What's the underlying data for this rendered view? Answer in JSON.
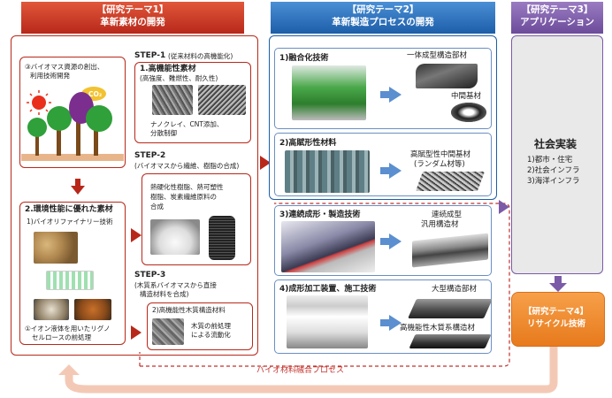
{
  "theme1": {
    "header": [
      "【研究テーマ1】",
      "革新素材の開発"
    ],
    "biomass_label": [
      "③バイオマス資源の創出、",
      "利用技術開発"
    ],
    "co2_label": "CO₂",
    "step1": {
      "title": "STEP-1",
      "subtitle": "(従来材料の高機能化)",
      "item_title": "1.高機能性素材",
      "item_desc": "(高強度、難燃性、耐久性)",
      "note": [
        "ナノクレイ、CNT添加、",
        "分散制御"
      ]
    },
    "step2": {
      "title": "STEP-2",
      "subtitle": "(バイオマスから繊維、樹脂の合成)",
      "desc": [
        "熱硬化性樹脂、熱可塑性",
        "樹脂、炭素繊維原料の",
        "合成"
      ]
    },
    "step3": {
      "title": "STEP-3",
      "subtitle": [
        "(木質系バイオマスから直接",
        "構造材料を合成)"
      ],
      "item_title": "2)高機能性木質構造材料",
      "note": [
        "木質の前処理",
        "による流動化"
      ]
    },
    "env": {
      "title": "2.環境性能に優れた素材",
      "sub": "1)バイオリファイナリー技術",
      "note": [
        "①イオン液体を用いたリグノ",
        "セルロースの前処理"
      ]
    }
  },
  "theme2": {
    "header": [
      "【研究テーマ2】",
      "革新製造プロセスの開発"
    ],
    "sections": [
      {
        "title": "1)融合化技術",
        "labels": [
          "一体成型構造部材",
          "中間基材"
        ]
      },
      {
        "title": "2)高賦形性材料",
        "labels": [
          "高賦型性中間基材",
          "(ランダム材等)"
        ]
      },
      {
        "title": "3)連続成形・製造技術",
        "labels": [
          "連続成型",
          "汎用構造材"
        ]
      },
      {
        "title": "4)成形加工装置、施工技術",
        "labels": [
          "大型構造部材",
          "高機能性木質系構造材"
        ]
      }
    ]
  },
  "theme3": {
    "header": [
      "【研究テーマ3】",
      "アプリケーション"
    ],
    "title": "社会実装",
    "items": [
      "1)都市・住宅",
      "2)社会インフラ",
      "3)海洋インフラ"
    ]
  },
  "theme4": {
    "header": [
      "【研究テーマ4】",
      "リサイクル技術"
    ]
  },
  "process_label": "バイオ材料融合プロセス",
  "colors": {
    "red": "#b8281a",
    "blue": "#1d5ea8",
    "purple": "#6c4b9a",
    "orange": "#f08a2c",
    "recycle_arrow": "#f6d6c8"
  }
}
